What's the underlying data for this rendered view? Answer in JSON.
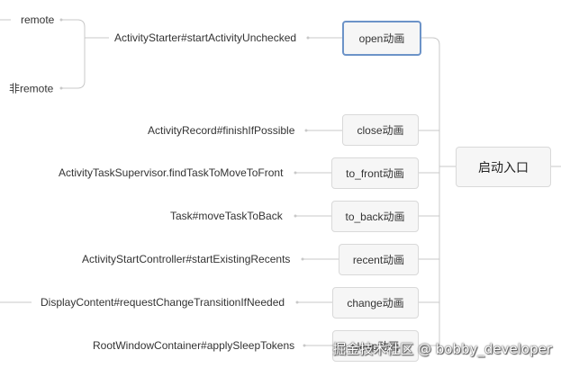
{
  "root": {
    "label": "启动入口"
  },
  "branches": [
    {
      "id": "open",
      "label": "open动画",
      "selected": true
    },
    {
      "id": "close",
      "label": "close动画"
    },
    {
      "id": "to_front",
      "label": "to_front动画"
    },
    {
      "id": "to_back",
      "label": "to_back动画"
    },
    {
      "id": "recent",
      "label": "recent动画"
    },
    {
      "id": "change",
      "label": "change动画"
    },
    {
      "id": "sleep",
      "label": "sleep动画"
    }
  ],
  "leaves": {
    "open": "ActivityStarter#startActivityUnchecked",
    "close": "ActivityRecord#finishIfPossible",
    "to_front": "ActivityTaskSupervisor.findTaskToMoveToFront",
    "to_back": "Task#moveTaskToBack",
    "recent": "ActivityStartController#startExistingRecents",
    "change": "DisplayContent#requestChangeTransitionIfNeeded",
    "sleep": "RootWindowContainer#applySleepTokens"
  },
  "open_children": [
    "remote",
    "非remote"
  ],
  "watermark": "掘金技术社区 @ bobby_developer",
  "colors": {
    "line": "#c8c8c8",
    "selected_border": "#6c93c8",
    "node_bg": "#f6f6f6"
  }
}
